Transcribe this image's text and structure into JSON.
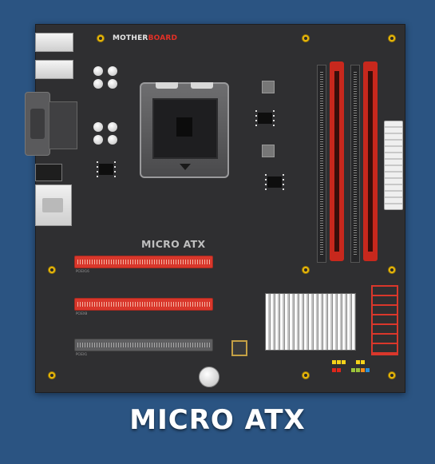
{
  "board": {
    "brand_part1": "MOTHER",
    "brand_part2": "BOARD",
    "label": "MICRO ATX",
    "slot_labels": [
      "PCIEX16",
      "PCIEX8",
      "PCIEX1"
    ]
  },
  "caption": "MICRO ATX",
  "colors": {
    "background": "#2b5482",
    "pcb": "#2f2f31",
    "slot_red": "#d9372b",
    "ram_red": "#c8281d",
    "mount_hole": "#e8b70a",
    "caption": "#ffffff"
  }
}
